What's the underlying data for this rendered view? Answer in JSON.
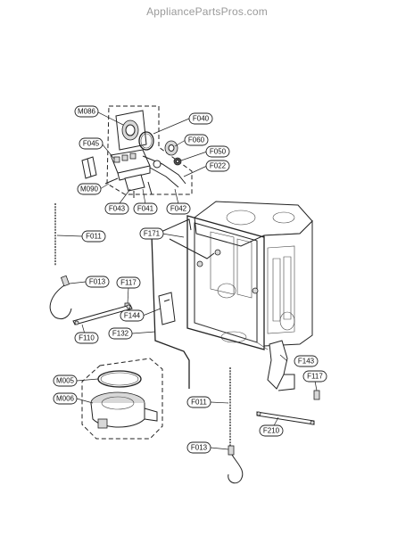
{
  "watermark": "AppliancePartsPros.com",
  "labels": {
    "M086": "M086",
    "F040": "F040",
    "F060": "F060",
    "F045": "F045",
    "F050": "F050",
    "F022": "F022",
    "M090": "M090",
    "F043": "F043",
    "F041": "F041",
    "F042": "F042",
    "F011_top": "F011",
    "F171": "F171",
    "F013_top": "F013",
    "F117_left": "F117",
    "F144": "F144",
    "F110": "F110",
    "F132": "F132",
    "F143": "F143",
    "M005": "M005",
    "F117_right": "F117",
    "M006": "M006",
    "F011_bottom": "F011",
    "F210": "F210",
    "F013_bottom": "F013"
  }
}
